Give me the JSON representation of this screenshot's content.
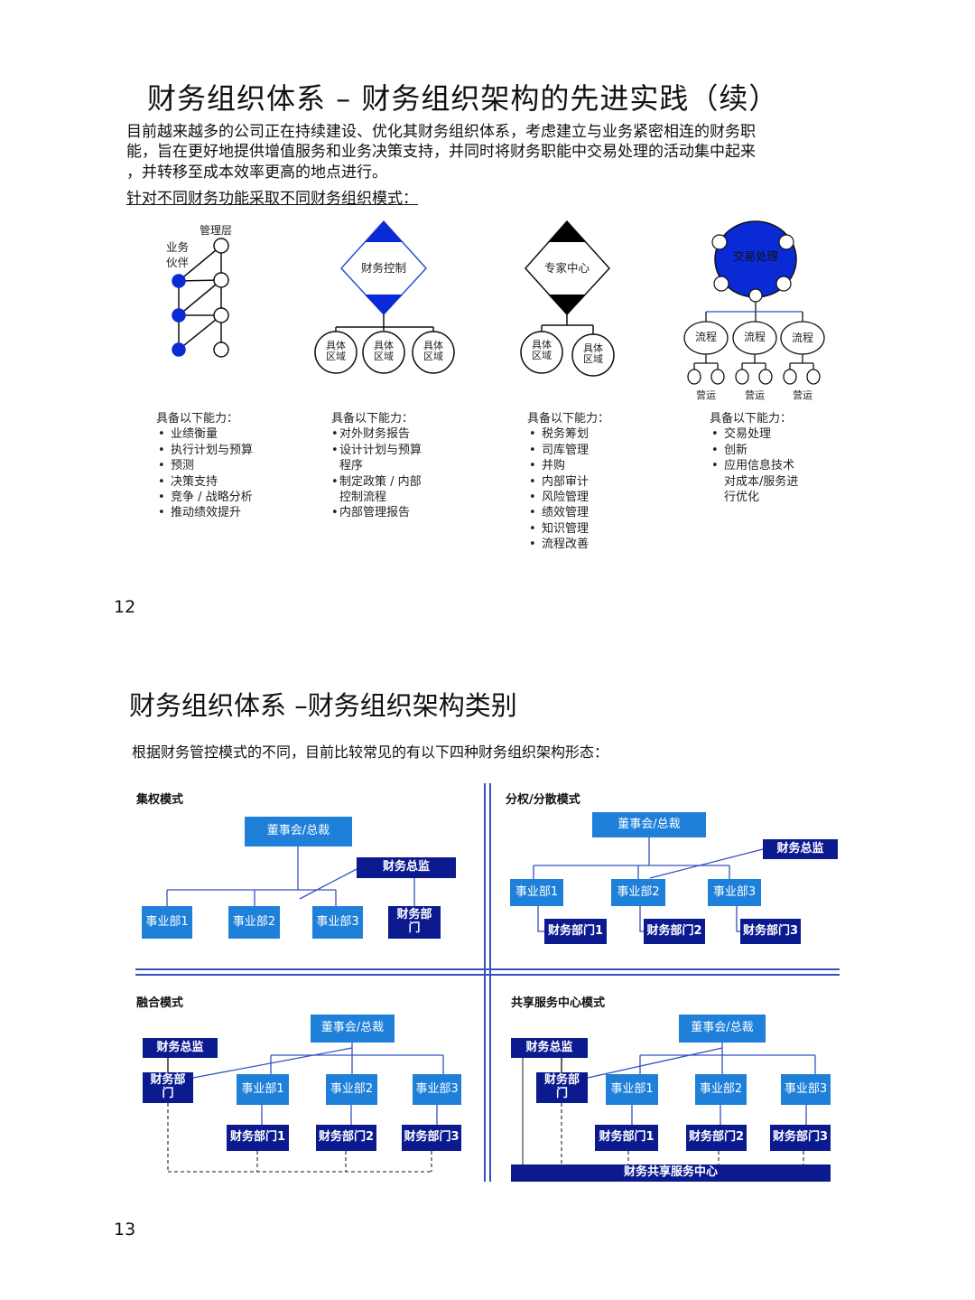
{
  "page1": {
    "title": "财务组织体系 – 财务组织架构的先进实践（续）",
    "paragraph": [
      "目前越来越多的公司正在持续建设、优化其财务组织体系，考虑建立与业务紧密相连的财务职",
      "能，旨在更好地提供增值服务和业务决策支持，并同时将财务职能中交易处理的活动集中起来",
      "，并转移至成本效率更高的地点进行。"
    ],
    "subheading": "针对不同财务功能采取不同财务组织模式：",
    "diagram1": {
      "top_label": "管理层",
      "left_label": "业务\n伙伴"
    },
    "diagram2": {
      "center": "财务控制",
      "children": [
        "具体\n区域",
        "具体\n区域",
        "具体\n区域"
      ]
    },
    "diagram3": {
      "center": "专家中心",
      "children": [
        "具体\n区域",
        "具体\n区域"
      ]
    },
    "diagram4": {
      "center": "交易处理",
      "processes": [
        "流程",
        "流程",
        "流程"
      ],
      "ops": [
        "营运",
        "营运",
        "营运"
      ]
    },
    "lists": [
      {
        "heading": "具备以下能力：",
        "items": [
          "业绩衡量",
          "执行计划与预算",
          "预测",
          "决策支持",
          "竞争 / 战略分析",
          "推动绩效提升"
        ]
      },
      {
        "heading": "具备以下能力：",
        "items": [
          "对外财务报告",
          "设计计划与预算\n程序",
          "制定政策 / 内部\n控制流程",
          "内部管理报告"
        ]
      },
      {
        "heading": "具备以下能力：",
        "items": [
          "税务筹划",
          "司库管理",
          "并购",
          "内部审计",
          "风险管理",
          "绩效管理",
          "知识管理",
          "流程改善"
        ]
      },
      {
        "heading": "具备以下能力：",
        "items": [
          "交易处理",
          "创新",
          "应用信息技术\n对成本/服务进\n行优化"
        ]
      }
    ],
    "page_number": "12"
  },
  "page2": {
    "title": "财务组织体系 –财务组织架构类别",
    "subtitle": "根据财务管控模式的不同，目前比较常见的有以下四种财务组织架构形态：",
    "q1": {
      "label": "集权模式",
      "board": "董事会/总裁",
      "cfo": "财务总监",
      "units": [
        "事业部1",
        "事业部2",
        "事业部3"
      ],
      "fin": "财务部\n门"
    },
    "q2": {
      "label": "分权/分散模式",
      "board": "董事会/总裁",
      "cfo": "财务总监",
      "units": [
        "事业部1",
        "事业部2",
        "事业部3"
      ],
      "fins": [
        "财务部门1",
        "财务部门2",
        "财务部门3"
      ]
    },
    "q3": {
      "label": "融合模式",
      "board": "董事会/总裁",
      "cfo": "财务总监",
      "fin": "财务部\n门",
      "units": [
        "事业部1",
        "事业部2",
        "事业部3"
      ],
      "fins": [
        "财务部门1",
        "财务部门2",
        "财务部门3"
      ]
    },
    "q4": {
      "label": "共享服务中心模式",
      "board": "董事会/总裁",
      "cfo": "财务总监",
      "fin": "财务部\n门",
      "units": [
        "事业部1",
        "事业部2",
        "事业部3"
      ],
      "fins": [
        "财务部门1",
        "财务部门2",
        "财务部门3"
      ],
      "ssc": "财务共享服务中心"
    },
    "page_number": "13"
  },
  "colors": {
    "light_blue": "#1f80da",
    "navy": "#0b1a8f",
    "blue_fill": "#0a2ad6"
  }
}
